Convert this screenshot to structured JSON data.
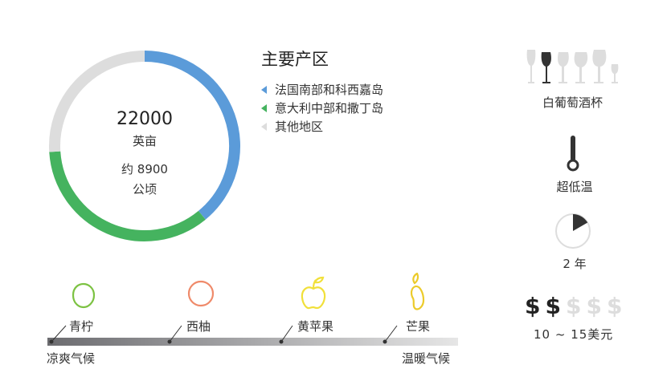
{
  "ring": {
    "value": "22000",
    "unit": "英亩",
    "approx": "约 8900",
    "approx_unit": "公顷",
    "segments": [
      {
        "label": "法国南部和科西嘉岛",
        "fraction": 0.39,
        "color": "#5b9bd9"
      },
      {
        "label": "意大利中部和撒丁岛",
        "fraction": 0.35,
        "color": "#45b35f"
      },
      {
        "label": "其他地区",
        "fraction": 0.26,
        "color": "#dddddd"
      }
    ]
  },
  "legend_title": "主要产区",
  "glass": {
    "label": "白葡萄酒杯",
    "selected_index": 1,
    "count": 6
  },
  "temperature": {
    "label": "超低温"
  },
  "aging": {
    "label": "2 年",
    "fraction": 0.1667
  },
  "price": {
    "symbol": "$",
    "filled": 2,
    "total": 5,
    "label": "10 ~ 15美元"
  },
  "climate": {
    "cool": "凉爽气候",
    "warm": "温暖气候",
    "fruits": [
      {
        "label": "青柠",
        "color": "#7cc242"
      },
      {
        "label": "西柚",
        "color": "#ef8a6a"
      },
      {
        "label": "黄苹果",
        "color": "#f1e03a"
      },
      {
        "label": "芒果",
        "color": "#eccb2a"
      }
    ]
  }
}
